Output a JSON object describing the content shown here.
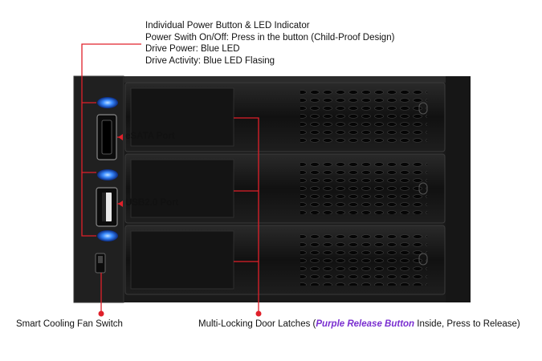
{
  "callouts": {
    "power_lines": [
      "Individual Power Button & LED Indicator",
      "Power Swith On/Off: Press in the button (Child-Proof Design)",
      "Drive Power: Blue LED",
      "Drive Activity: Blue LED Flasing"
    ],
    "esata_label": "eSATA Port",
    "usb_label": "USB2.0 Port",
    "fan_switch_label": "Smart Cooling Fan Switch",
    "latches_prefix": "Multi-Locking Door Latches (",
    "latches_highlight": "Purple Release Button",
    "latches_suffix": " Inside, Press to Release)"
  },
  "colors": {
    "callout_line": "#e0202a",
    "led_blue": "#2f7dff",
    "chassis": "#1a1a1a",
    "highlight_purple": "#7a2fd0"
  }
}
